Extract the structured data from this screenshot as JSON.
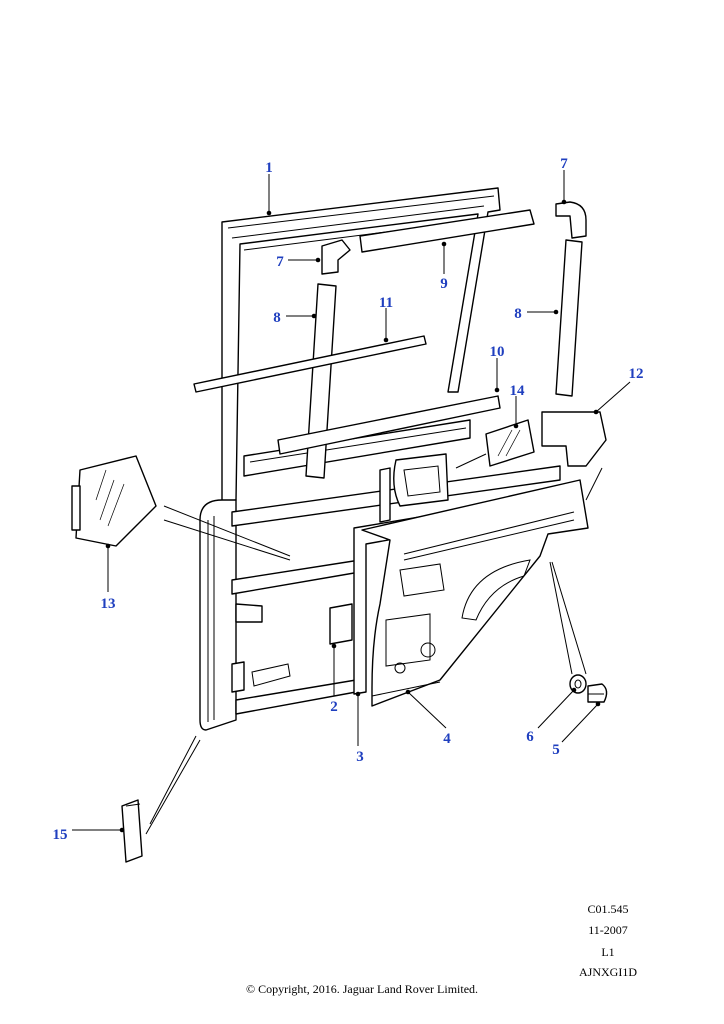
{
  "callouts": [
    "1",
    "2",
    "3",
    "4",
    "5",
    "6",
    "7",
    "7",
    "8",
    "8",
    "9",
    "10",
    "11",
    "12",
    "13",
    "14",
    "15"
  ],
  "reference": {
    "code": "C01.545",
    "date": "11-2007",
    "level": "L1",
    "id": "AJNXGI1D"
  },
  "copyright": "© Copyright, 2016. Jaguar Land Rover Limited."
}
